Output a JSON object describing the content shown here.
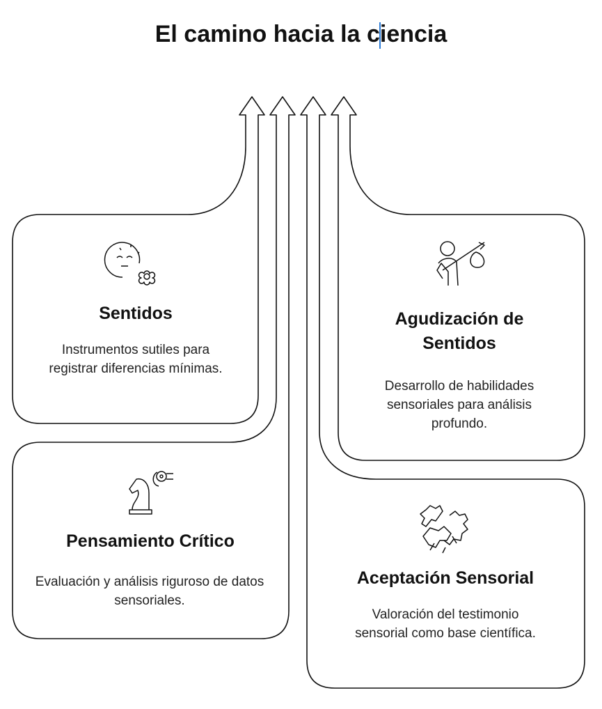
{
  "title": {
    "before_cursor": "El camino hacia la c",
    "after_cursor": "iencia"
  },
  "steps": [
    {
      "heading": "Sentidos",
      "description": "Instrumentos sutiles para registrar diferencias mínimas.",
      "icon": "face-flower-icon"
    },
    {
      "heading": "Pensamiento Crítico",
      "description": "Evaluación y análisis riguroso de datos sensoriales.",
      "icon": "chess-knight-icon"
    },
    {
      "heading": "Agudización de Sentidos",
      "description": "Desarrollo de habilidades sensoriales para análisis profundo.",
      "icon": "traveler-bindle-icon"
    },
    {
      "heading": "Aceptación Sensorial",
      "description": "Valoración del testimonio sensorial como base científica.",
      "icon": "handshake-icon"
    }
  ],
  "colors": {
    "stroke": "#111111",
    "cursor": "#2a7bd6"
  }
}
